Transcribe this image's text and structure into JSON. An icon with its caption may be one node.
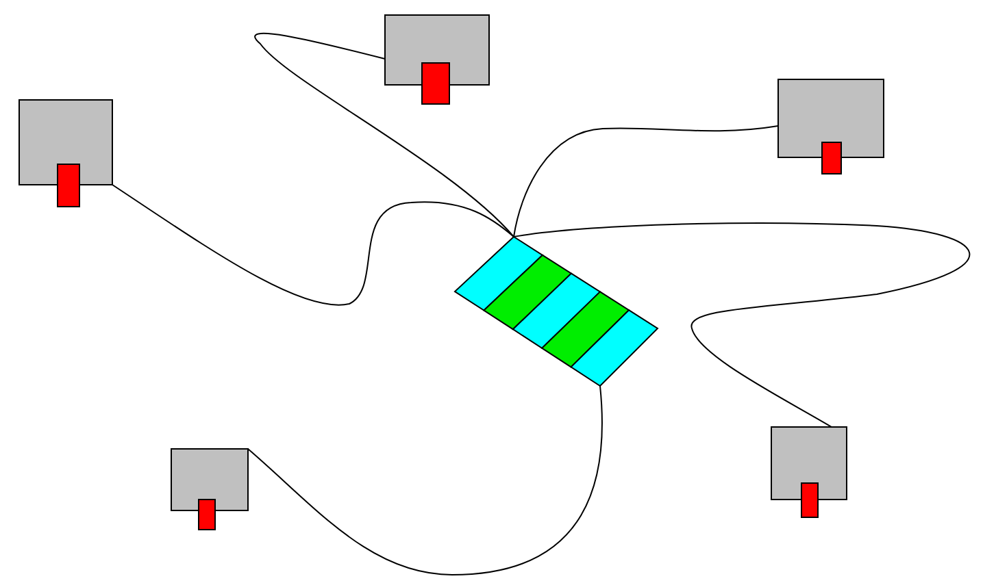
{
  "diagram": {
    "nodes": [
      {
        "text": [],
        "shape": "box"
      },
      {
        "text": [],
        "shape": "box"
      },
      {
        "text": [],
        "shape": "box"
      },
      {
        "text": [],
        "shape": "bar"
      },
      {
        "text": [],
        "shape": "box"
      },
      {
        "text": [],
        "shape": "box"
      }
    ],
    "edges": [
      {
        "from": 0,
        "to": 3,
        "arrow": "none"
      },
      {
        "from": 1,
        "to": 3,
        "arrow": "none"
      },
      {
        "from": 2,
        "to": 3,
        "arrow": "none"
      },
      {
        "from": 4,
        "to": 3,
        "arrow": "none"
      },
      {
        "from": 5,
        "to": 3,
        "arrow": "none"
      }
    ]
  }
}
